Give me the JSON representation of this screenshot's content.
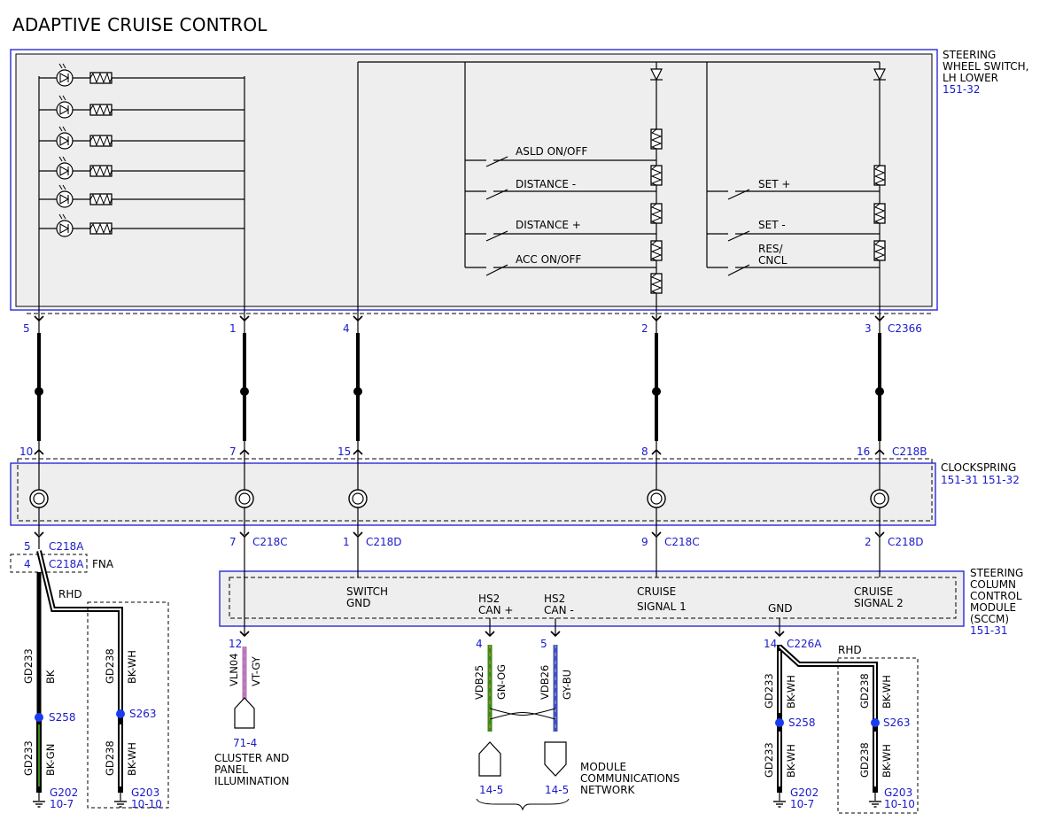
{
  "title": "ADAPTIVE CRUISE CONTROL",
  "colors": {
    "border": "#2a2ad6",
    "ref": "#1a1acc",
    "box": "#eeeeee",
    "splice": "#1a3cf0",
    "wire_bk": "#000000",
    "wire_gn": "#3a8a1a",
    "wire_og": "#e08020",
    "wire_bu": "#4050c0",
    "wire_vt": "#c070c0",
    "wire_gy": "#a0a0a0"
  },
  "steering_switch": {
    "name_lines": [
      "STEERING",
      "WHEEL SWITCH,",
      "LH LOWER"
    ],
    "ref": "151-32",
    "switches_left": [
      "ASLD ON/OFF",
      "DISTANCE -",
      "DISTANCE +",
      "ACC ON/OFF"
    ],
    "switches_right": [
      "SET +",
      "SET -",
      "RES/",
      "CNCL"
    ]
  },
  "connector_top": {
    "pins": [
      "5",
      "1",
      "4",
      "2",
      "3"
    ],
    "name": "C2366"
  },
  "connector_clock_top": {
    "pins": [
      "10",
      "7",
      "15",
      "8",
      "16"
    ],
    "name": "C218B"
  },
  "clockspring": {
    "name": "CLOCKSPRING",
    "refs": "151-31  151-32"
  },
  "clockspring_bottom": [
    {
      "pin": "5",
      "conn": "C218A"
    },
    {
      "pin": "7",
      "conn": "C218C"
    },
    {
      "pin": "1",
      "conn": "C218D"
    },
    {
      "pin": "9",
      "conn": "C218C"
    },
    {
      "pin": "2",
      "conn": "C218D"
    }
  ],
  "fna": {
    "pin": "4",
    "conn": "C218A",
    "label": "FNA"
  },
  "sccm": {
    "name_lines": [
      "STEERING",
      "COLUMN",
      "CONTROL",
      "MODULE",
      "(SCCM)"
    ],
    "ref": "151-31",
    "pins": {
      "switch_gnd": [
        "SWITCH",
        "GND"
      ],
      "hs2_can_p": [
        "HS2",
        "CAN +"
      ],
      "hs2_can_n": [
        "HS2",
        "CAN -"
      ],
      "cruise1": [
        "CRUISE",
        "SIGNAL 1"
      ],
      "gnd": "GND",
      "cruise2": [
        "CRUISE",
        "SIGNAL 2"
      ]
    }
  },
  "rhd": "RHD",
  "left_ground": {
    "circuit1": "GD233",
    "color1": "BK",
    "color1b": "BK-GN",
    "circuit2": "GD238",
    "color2": "BK-WH",
    "splice1": "S258",
    "splice2": "S263",
    "g1": "G202",
    "g1ref": "10-7",
    "g2": "G203",
    "g2ref": "10-10"
  },
  "illum": {
    "pin": "12",
    "circuit": "VLN04",
    "color": "VT-GY",
    "ref": "71-4",
    "label_lines": [
      "CLUSTER AND",
      "PANEL",
      "ILLUMINATION"
    ]
  },
  "can": {
    "pin_p": "4",
    "pin_n": "5",
    "circuit_p": "VDB25",
    "color_p": "GN-OG",
    "circuit_n": "VDB26",
    "color_n": "GY-BU",
    "ref_p": "14-5",
    "ref_n": "14-5",
    "label_lines": [
      "MODULE",
      "COMMUNICATIONS",
      "NETWORK"
    ]
  },
  "right_ground": {
    "pin": "14",
    "conn": "C226A",
    "circuit1": "GD233",
    "color1": "BK-WH",
    "circuit2": "GD238",
    "color2": "BK-WH",
    "splice1": "S258",
    "splice2": "S263",
    "g1": "G202",
    "g1ref": "10-7",
    "g2": "G203",
    "g2ref": "10-10"
  }
}
